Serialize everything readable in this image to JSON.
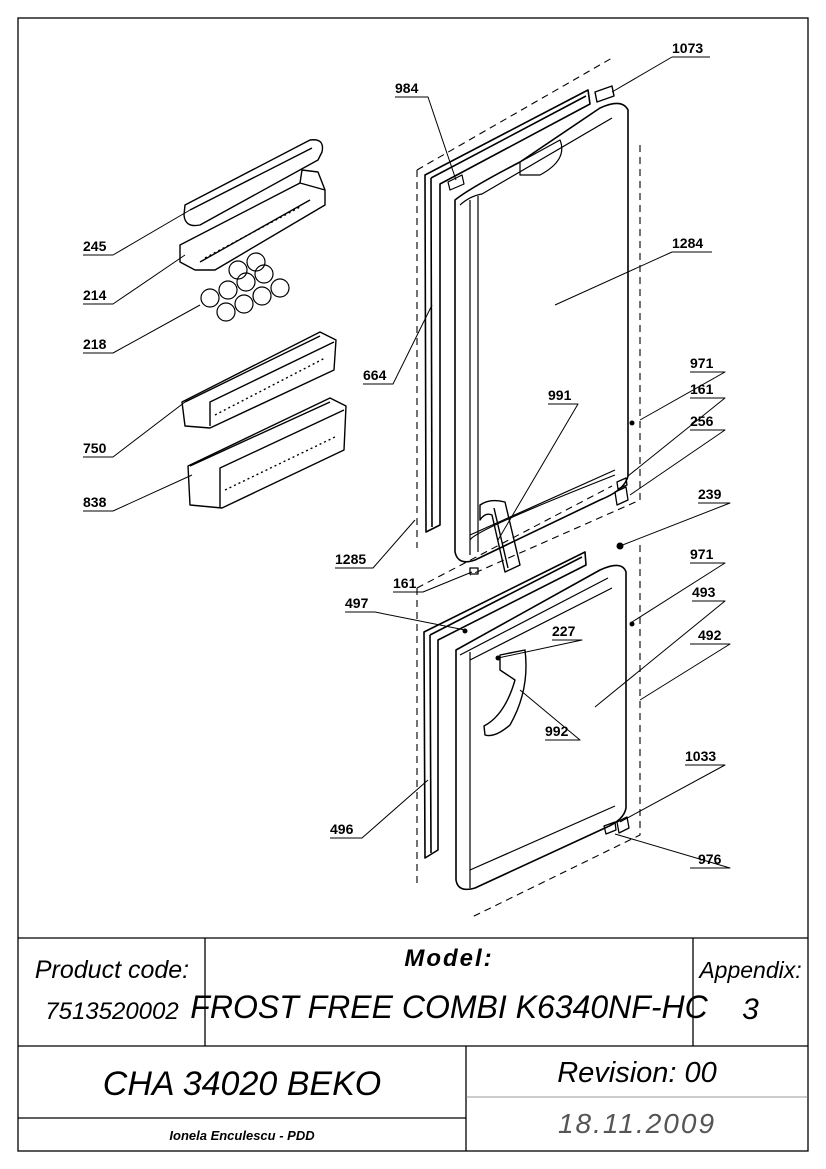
{
  "callouts": [
    {
      "id": "c1073",
      "label": "1073"
    },
    {
      "id": "c984",
      "label": "984"
    },
    {
      "id": "c1284",
      "label": "1284"
    },
    {
      "id": "c245",
      "label": "245"
    },
    {
      "id": "c214",
      "label": "214"
    },
    {
      "id": "c218",
      "label": "218"
    },
    {
      "id": "c664",
      "label": "664"
    },
    {
      "id": "c971a",
      "label": "971"
    },
    {
      "id": "c161a",
      "label": "161"
    },
    {
      "id": "c991",
      "label": "991"
    },
    {
      "id": "c256",
      "label": "256"
    },
    {
      "id": "c750",
      "label": "750"
    },
    {
      "id": "c838",
      "label": "838"
    },
    {
      "id": "c239",
      "label": "239"
    },
    {
      "id": "c1285",
      "label": "1285"
    },
    {
      "id": "c971b",
      "label": "971"
    },
    {
      "id": "c161b",
      "label": "161"
    },
    {
      "id": "c493",
      "label": "493"
    },
    {
      "id": "c497",
      "label": "497"
    },
    {
      "id": "c227",
      "label": "227"
    },
    {
      "id": "c492",
      "label": "492"
    },
    {
      "id": "c992",
      "label": "992"
    },
    {
      "id": "c1033",
      "label": "1033"
    },
    {
      "id": "c496",
      "label": "496"
    },
    {
      "id": "c976",
      "label": "976"
    }
  ],
  "title_block": {
    "product_code_label": "Product code:",
    "product_code": "7513520002",
    "model_label": "Model:",
    "model": "FROST FREE COMBI K6340NF-HC",
    "appendix_label": "Appendix:",
    "appendix": "3",
    "chassis": "CHA 34020 BEKO",
    "revision": "Revision: 00",
    "author": "Ionela Enculescu - PDD",
    "date": "18.11.2009"
  }
}
